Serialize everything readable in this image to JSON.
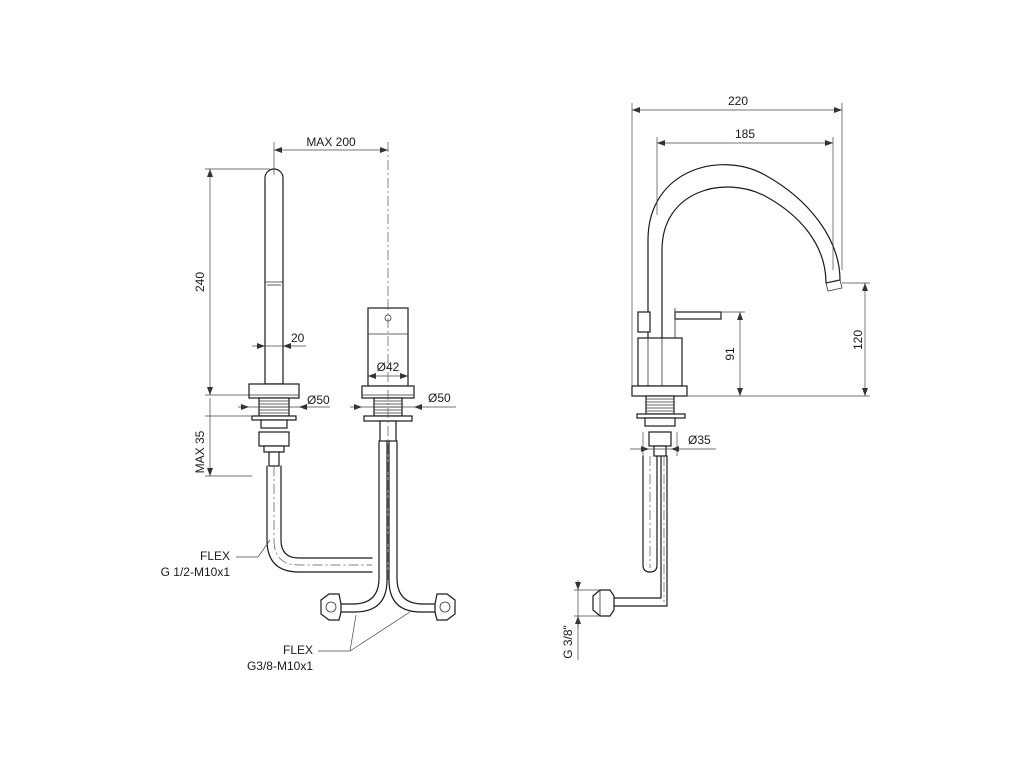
{
  "left_view": {
    "max_200": "MAX 200",
    "height_240": "240",
    "width_20": "20",
    "dia_42": "Ø42",
    "dia_50_left": "Ø50",
    "dia_50_right": "Ø50",
    "max_35": "MAX 35",
    "flex_label_1": "FLEX",
    "flex_spec_1": "G 1/2-M10x1",
    "flex_label_2": "FLEX",
    "flex_spec_2": "G3/8-M10x1"
  },
  "right_view": {
    "width_220": "220",
    "width_185": "185",
    "height_91": "91",
    "height_120": "120",
    "dia_35": "Ø35",
    "thread_g38": "G 3/8\""
  }
}
